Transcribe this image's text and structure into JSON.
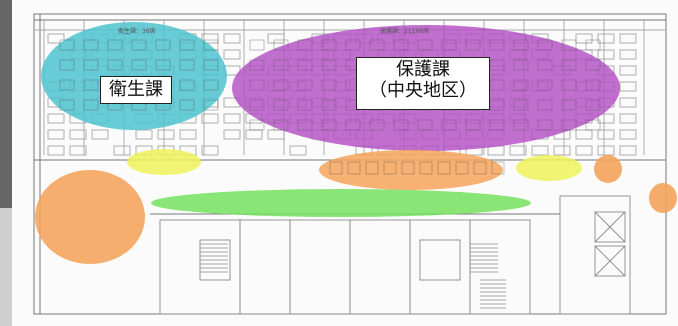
{
  "zones": {
    "eisei": {
      "label": "衛生課",
      "header": "衛生課：36席",
      "color": "#4ec3cf"
    },
    "hogo": {
      "label_line1": "保護課",
      "label_line2": "（中央地区）",
      "header": "保護課：21106席",
      "color": "#b34fc4"
    },
    "orange_color": "#f4a35a",
    "yellow_color": "#eef25a",
    "green_color": "#74e05e"
  }
}
